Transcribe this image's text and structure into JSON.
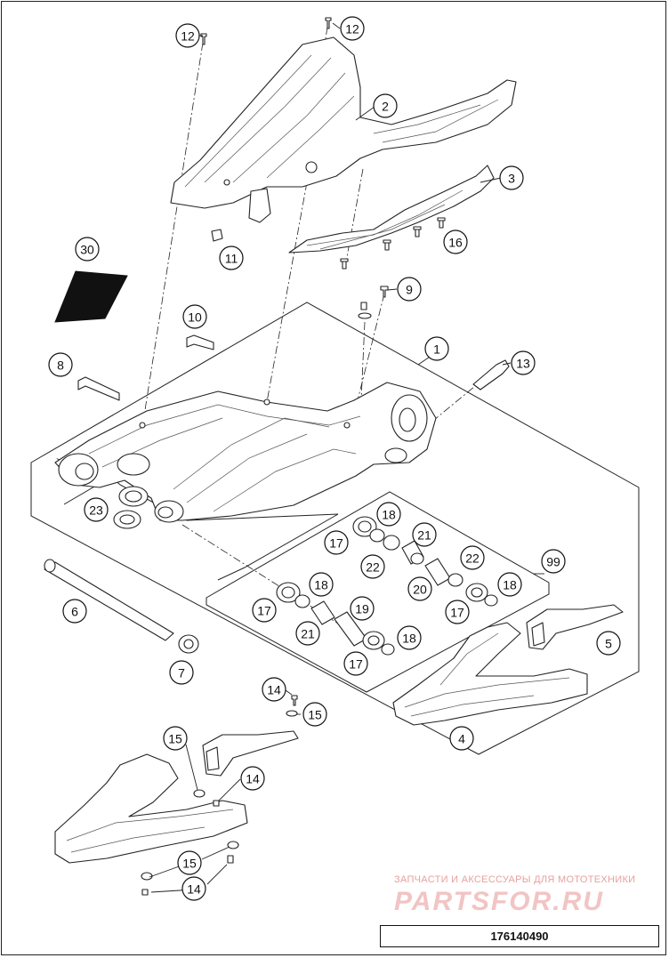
{
  "document_number": "176140490",
  "watermark": {
    "tagline": "ЗАПЧАСТИ И АКСЕССУАРЫ ДЛЯ МОТОТЕХНИКИ",
    "logo": "PARTSFOR.RU"
  },
  "callouts": [
    {
      "id": "c1",
      "label": "1"
    },
    {
      "id": "c2",
      "label": "2"
    },
    {
      "id": "c3",
      "label": "3"
    },
    {
      "id": "c4",
      "label": "4"
    },
    {
      "id": "c5",
      "label": "5"
    },
    {
      "id": "c6",
      "label": "6"
    },
    {
      "id": "c7",
      "label": "7"
    },
    {
      "id": "c8",
      "label": "8"
    },
    {
      "id": "c9",
      "label": "9"
    },
    {
      "id": "c10",
      "label": "10"
    },
    {
      "id": "c11",
      "label": "11"
    },
    {
      "id": "c12a",
      "label": "12"
    },
    {
      "id": "c12b",
      "label": "12"
    },
    {
      "id": "c13",
      "label": "13"
    },
    {
      "id": "c14a",
      "label": "14"
    },
    {
      "id": "c14b",
      "label": "14"
    },
    {
      "id": "c14c",
      "label": "14"
    },
    {
      "id": "c15a",
      "label": "15"
    },
    {
      "id": "c15b",
      "label": "15"
    },
    {
      "id": "c15c",
      "label": "15"
    },
    {
      "id": "c16",
      "label": "16"
    },
    {
      "id": "c17a",
      "label": "17"
    },
    {
      "id": "c17b",
      "label": "17"
    },
    {
      "id": "c17c",
      "label": "17"
    },
    {
      "id": "c17d",
      "label": "17"
    },
    {
      "id": "c18a",
      "label": "18"
    },
    {
      "id": "c18b",
      "label": "18"
    },
    {
      "id": "c18c",
      "label": "18"
    },
    {
      "id": "c18d",
      "label": "18"
    },
    {
      "id": "c19",
      "label": "19"
    },
    {
      "id": "c20",
      "label": "20"
    },
    {
      "id": "c21a",
      "label": "21"
    },
    {
      "id": "c21b",
      "label": "21"
    },
    {
      "id": "c22a",
      "label": "22"
    },
    {
      "id": "c22b",
      "label": "22"
    },
    {
      "id": "c23",
      "label": "23"
    },
    {
      "id": "c30",
      "label": "30"
    },
    {
      "id": "c99",
      "label": "99"
    }
  ]
}
